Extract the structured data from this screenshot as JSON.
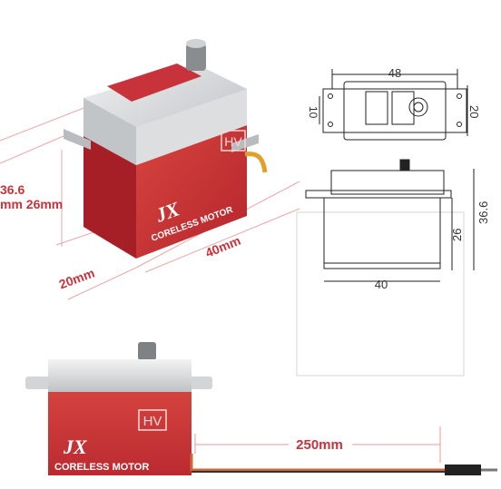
{
  "brand": {
    "logo_text": "JX",
    "motor_label": "CORELESS MOTOR",
    "badge": "HV"
  },
  "perspective_dims": {
    "height_total": "36.6",
    "height_mm_body": "mm 26mm",
    "width": "20mm",
    "length": "40mm"
  },
  "top_view": {
    "overall_width": "48",
    "hole_spacing": "10",
    "body_height": "20"
  },
  "side_view": {
    "total_height": "36.6",
    "body_height": "26",
    "body_length": "40"
  },
  "cable": {
    "length": "250mm"
  },
  "colors": {
    "case_red": "#c8323a",
    "case_silver": "#d7d9db",
    "dimension_text": "#c8323a",
    "drawing_line": "#222222"
  }
}
